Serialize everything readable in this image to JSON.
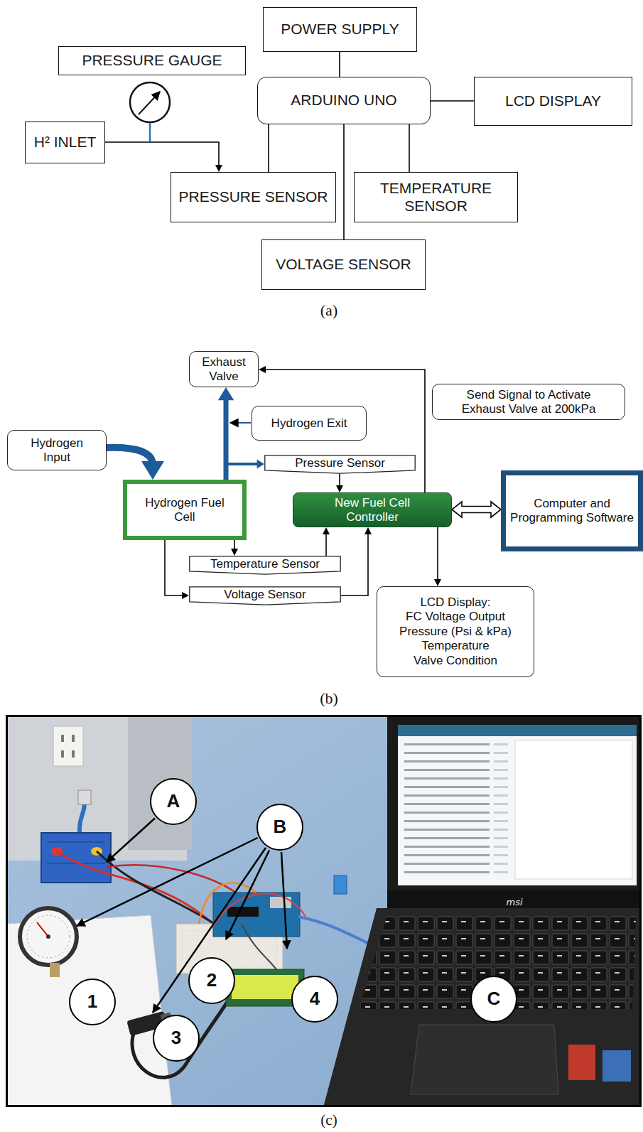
{
  "diagram": {
    "nodes": [
      {
        "text": [
          "POWER SUPPLY"
        ]
      },
      {
        "text": [
          "PRESSURE GAUGE"
        ]
      },
      {
        "text": [
          "H² INLET"
        ]
      },
      {
        "text": [
          "ARDUINO UNO"
        ]
      },
      {
        "text": [
          "LCD DISPLAY"
        ]
      },
      {
        "text": [
          "PRESSURE SENSOR"
        ]
      },
      {
        "text": [
          "TEMPERATURE SENSOR"
        ]
      },
      {
        "text": [
          "VOLTAGE SENSOR"
        ]
      },
      {
        "text": [
          "Exhaust Valve"
        ]
      },
      {
        "text": [
          "Send Signal to Activate Exhaust Valve at 200kPa"
        ]
      },
      {
        "text": [
          "Hydrogen Exit"
        ]
      },
      {
        "text": [
          "Hydrogen Input"
        ]
      },
      {
        "text": [
          "Pressure Sensor"
        ]
      },
      {
        "text": [
          "Hydrogen Fuel Cell"
        ]
      },
      {
        "text": [
          "New Fuel Cell Controller"
        ]
      },
      {
        "text": [
          "Computer and Programming Software"
        ]
      },
      {
        "text": [
          "Temperature Sensor"
        ]
      },
      {
        "text": [
          "Voltage Sensor"
        ]
      },
      {
        "text": [
          "LCD Display:",
          "FC Voltage Output",
          "Pressure (Psi & kPa)",
          "Temperature",
          "Valve Condition"
        ]
      },
      {
        "text": [
          "A"
        ]
      },
      {
        "text": [
          "B"
        ]
      },
      {
        "text": [
          "1"
        ]
      },
      {
        "text": [
          "2"
        ]
      },
      {
        "text": [
          "3"
        ]
      },
      {
        "text": [
          "4"
        ]
      },
      {
        "text": [
          "C"
        ]
      }
    ],
    "edges": [
      {
        "from": 0,
        "to": 3,
        "arrow": "none"
      },
      {
        "from": 3,
        "to": 4,
        "arrow": "none"
      },
      {
        "from": 2,
        "to": 5,
        "arrow": "to"
      },
      {
        "from": 3,
        "to": 5,
        "arrow": "none"
      },
      {
        "from": 3,
        "to": 7,
        "arrow": "none"
      },
      {
        "from": 3,
        "to": 6,
        "arrow": "none"
      },
      {
        "from": 11,
        "to": 13,
        "arrow": "to"
      },
      {
        "from": 13,
        "to": 8,
        "arrow": "to"
      },
      {
        "from": 13,
        "to": 12,
        "arrow": "to"
      },
      {
        "from": 12,
        "to": 14,
        "arrow": "to"
      },
      {
        "from": 14,
        "to": 8,
        "arrow": "to"
      },
      {
        "from": 14,
        "to": 15,
        "arrow": "both"
      },
      {
        "from": 13,
        "to": 16,
        "arrow": "to"
      },
      {
        "from": 16,
        "to": 14,
        "arrow": "to"
      },
      {
        "from": 13,
        "to": 17,
        "arrow": "to"
      },
      {
        "from": 17,
        "to": 14,
        "arrow": "to"
      },
      {
        "from": 14,
        "to": 18,
        "arrow": "to"
      }
    ],
    "labels": [
      "(a)",
      "(b)",
      "(c)",
      "msi"
    ]
  }
}
